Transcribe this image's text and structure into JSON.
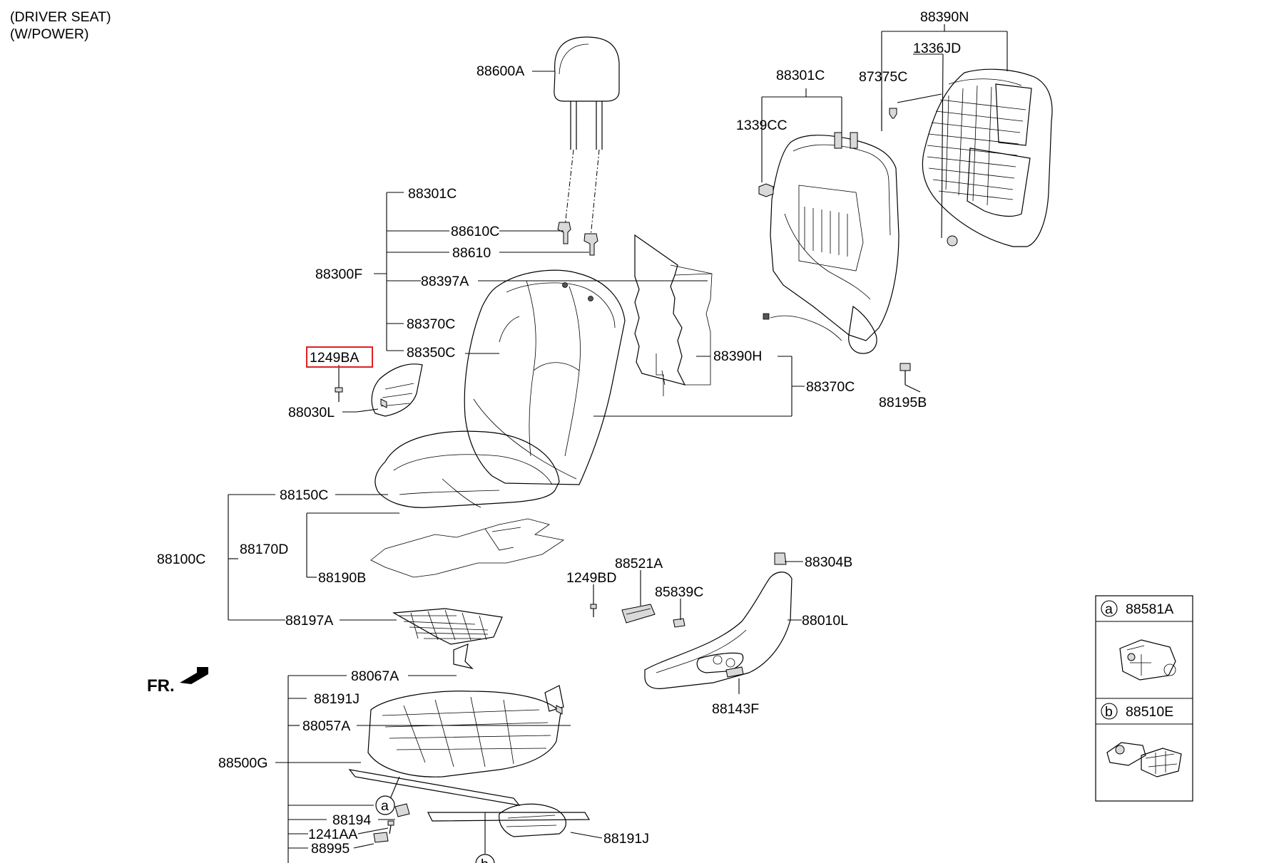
{
  "header": {
    "line1": "(DRIVER SEAT)",
    "line2": "(W/POWER)"
  },
  "front_marker": "FR.",
  "labels": {
    "p88390N": "88390N",
    "p1336JD": "1336JD",
    "p87375C": "87375C",
    "p88301C_top": "88301C",
    "p1339CC": "1339CC",
    "p88600A": "88600A",
    "p88301C": "88301C",
    "p88610C": "88610C",
    "p88610": "88610",
    "p88300F": "88300F",
    "p88397A": "88397A",
    "p88370C": "88370C",
    "p1249BA": "1249BA",
    "p88350C": "88350C",
    "p88390H": "88390H",
    "p88370C_r": "88370C",
    "p88195B": "88195B",
    "p88030L": "88030L",
    "p88150C": "88150C",
    "p88170D": "88170D",
    "p88100C": "88100C",
    "p88190B": "88190B",
    "p88197A": "88197A",
    "p88304B": "88304B",
    "p88521A": "88521A",
    "p1249BD": "1249BD",
    "p85839C": "85839C",
    "p88010L": "88010L",
    "p88143F": "88143F",
    "p88067A": "88067A",
    "p88191J": "88191J",
    "p88057A": "88057A",
    "p88500G": "88500G",
    "p88194": "88194",
    "p1241AA": "1241AA",
    "p88995": "88995",
    "p88191J_b": "88191J",
    "callout_a": "a",
    "callout_b": "b"
  },
  "legend": [
    {
      "key": "a",
      "part": "88581A"
    },
    {
      "key": "b",
      "part": "88510E"
    }
  ],
  "highlight": {
    "part": "1249BA",
    "color": "#e02020"
  }
}
